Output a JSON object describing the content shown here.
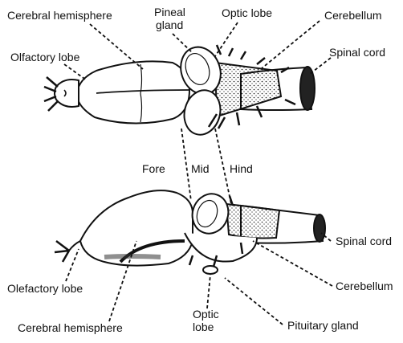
{
  "diagram": {
    "ink_color": "#111111",
    "background": "#ffffff",
    "labels": {
      "cerebral_hemisphere_top": "Cerebral hemisphere",
      "pineal_gland": [
        "Pineal",
        "gland"
      ],
      "optic_lobe_top": "Optic lobe",
      "cerebellum_top": "Cerebellum",
      "olfactory_lobe": "Olfactory lobe",
      "spinal_cord_top": "Spinal cord",
      "fore": "Fore",
      "mid": "Mid",
      "hind": "Hind",
      "spinal_cord_bottom": "Spinal cord",
      "olefactory_lobe": "Olefactory lobe",
      "cerebellum_bottom": "Cerebellum",
      "cerebral_hemisphere_bottom": "Cerebral hemisphere",
      "optic_lobe_bottom": [
        "Optic",
        "lobe"
      ],
      "pituitary_gland": "Pituitary gland"
    }
  }
}
